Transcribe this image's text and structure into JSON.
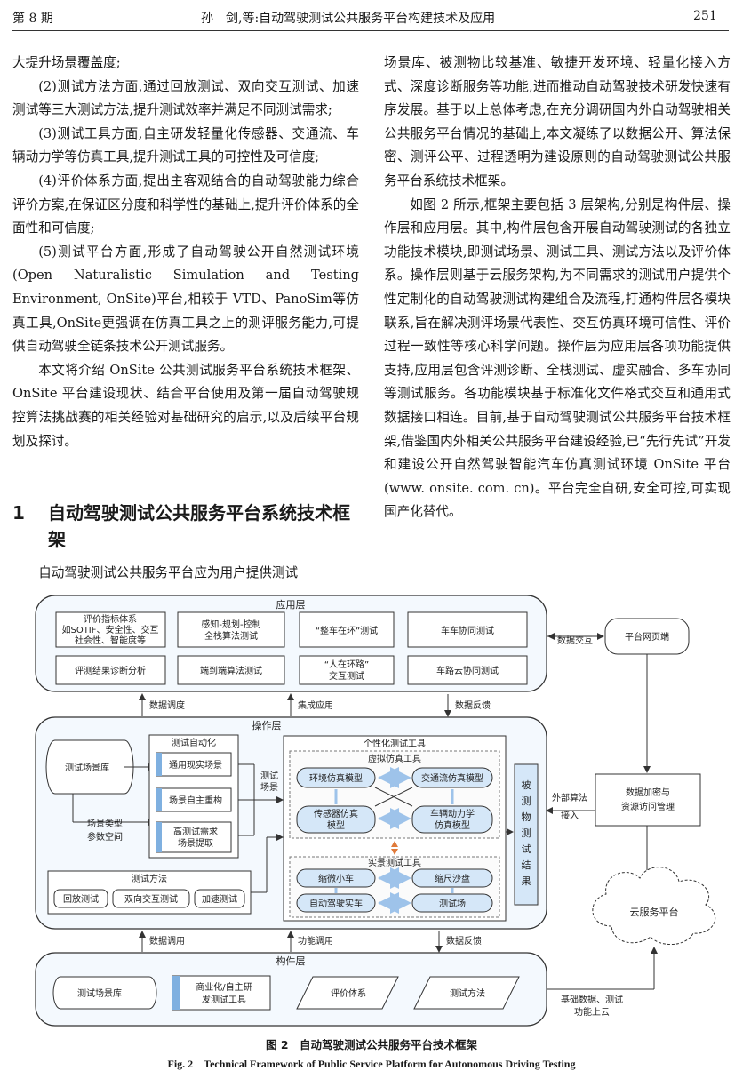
{
  "header": {
    "issue": "第 8 期",
    "authors_title": "孙　剑,等:自动驾驶测试公共服务平台构建技术及应用",
    "page": "251"
  },
  "left_col": {
    "p0": "大提升场景覆盖度;",
    "p1": "(2)测试方法方面,通过回放测试、双向交互测试、加速测试等三大测试方法,提升测试效率并满足不同测试需求;",
    "p2": "(3)测试工具方面,自主研发轻量化传感器、交通流、车辆动力学等仿真工具,提升测试工具的可控性及可信度;",
    "p3": "(4)评价体系方面,提出主客观结合的自动驾驶能力综合评价方案,在保证区分度和科学性的基础上,提升评价体系的全面性和可信度;",
    "p4": "(5)测试平台方面,形成了自动驾驶公开自然测试环境(Open Naturalistic Simulation and Testing Environment, OnSite)平台,相较于 VTD、PanoSim等仿真工具,OnSite更强调在仿真工具之上的测评服务能力,可提供自动驾驶全链条技术公开测试服务。",
    "p5": "本文将介绍 OnSite 公共测试服务平台系统技术框架、OnSite 平台建设现状、结合平台使用及第一届自动驾驶规控算法挑战赛的相关经验对基础研究的启示,以及后续平台规划及探讨。"
  },
  "section": {
    "number": "1",
    "title": "自动驾驶测试公共服务平台系统技术框架",
    "body": "自动驾驶测试公共服务平台应为用户提供测试"
  },
  "right_col": {
    "p1": "场景库、被测物比较基准、敏捷开发环境、轻量化接入方式、深度诊断服务等功能,进而推动自动驾驶技术研发快速有序发展。基于以上总体考虑,在充分调研国内外自动驾驶相关公共服务平台情况的基础上,本文凝练了以数据公开、算法保密、测评公平、过程透明为建设原则的自动驾驶测试公共服务平台系统技术框架。",
    "p2": "如图 2 所示,框架主要包括 3 层架构,分别是构件层、操作层和应用层。其中,构件层包含开展自动驾驶测试的各独立功能技术模块,即测试场景、测试工具、测试方法以及评价体系。操作层则基于云服务架构,为不同需求的测试用户提供个性定制化的自动驾驶测试构建组合及流程,打通构件层各模块联系,旨在解决测评场景代表性、交互仿真环境可信性、评价过程一致性等核心科学问题。操作层为应用层各项功能提供支持,应用层包含评测诊断、全栈测试、虚实融合、多车协同等测试服务。各功能模块基于标准化文件格式交互和通用式数据接口相连。目前,基于自动驾驶测试公共服务平台技术框架,借鉴国内外相关公共服务平台建设经验,已“先行先试”开发和建设公开自然驾驶智能汽车仿真测试环境 OnSite 平台(www. onsite. com. cn)。平台完全自研,安全可控,可实现国产化替代。"
  },
  "figure": {
    "app_layer": "应用层",
    "app_items": [
      [
        "评价指标体系",
        "如SOTIF、安全性、交互",
        "社会性、智能度等"
      ],
      [
        "感知-规划-控制",
        "全栈算法测试"
      ],
      [
        "“整车在环”测试"
      ],
      [
        "车车协同测试"
      ],
      [
        "评测结果诊断分析"
      ],
      [
        "端到端算法测试"
      ],
      [
        "“人在环路”",
        "交互测试"
      ],
      [
        "车路云协同测试"
      ]
    ],
    "platform_site": "平台网页端",
    "data_exchange": "数据交互",
    "arrow_dispatch": "数据调度",
    "arrow_integrate": "集成应用",
    "arrow_feedback": "数据反馈",
    "op_layer": "操作层",
    "scene_lib": "测试场景库",
    "scene_type": [
      "场景类型",
      "参数空间"
    ],
    "automation": "测试自动化",
    "auto_items": [
      "通用现实场景",
      "场景自主重构",
      "高测试需求",
      "场景提取"
    ],
    "test_scene": [
      "测试",
      "场景"
    ],
    "personal_tools": "个性化测试工具",
    "virtual_tools": "虚拟仿真工具",
    "sim_env": "环境仿真模型",
    "sim_traffic": "交通流仿真模型",
    "sim_sensor": [
      "传感器仿真",
      "模型"
    ],
    "sim_vehicle": [
      "车辆动力学",
      "仿真模型"
    ],
    "real_tools": "实景测试工具",
    "real_items": [
      "缩微小车",
      "缩尺沙盘",
      "自动驾驶实车",
      "测试场"
    ],
    "result": [
      "被",
      "测",
      "物",
      "测",
      "试",
      "结",
      "果"
    ],
    "ext_algo": [
      "外部算法",
      "接入"
    ],
    "data_manage": [
      "数据加密与",
      "资源访问管理"
    ],
    "test_method": "测试方法",
    "methods": [
      "回放测试",
      "双向交互测试",
      "加速测试"
    ],
    "cloud": "云服务平台",
    "arrow_call": "数据调用",
    "arrow_func": "功能调用",
    "arrow_feedback2": "数据反馈",
    "comp_layer": "构件层",
    "comp_items": [
      "测试场景库",
      "商业化/自主研",
      "发测试工具",
      "评价体系",
      "测试方法"
    ],
    "cloud_note": [
      "基础数据、测试",
      "功能上云"
    ]
  },
  "caption": {
    "cn": "图 2　自动驾驶测试公共服务平台技术框架",
    "en": "Fig. 2　Technical Framework of Public Service Platform for Autonomous Driving Testing"
  }
}
